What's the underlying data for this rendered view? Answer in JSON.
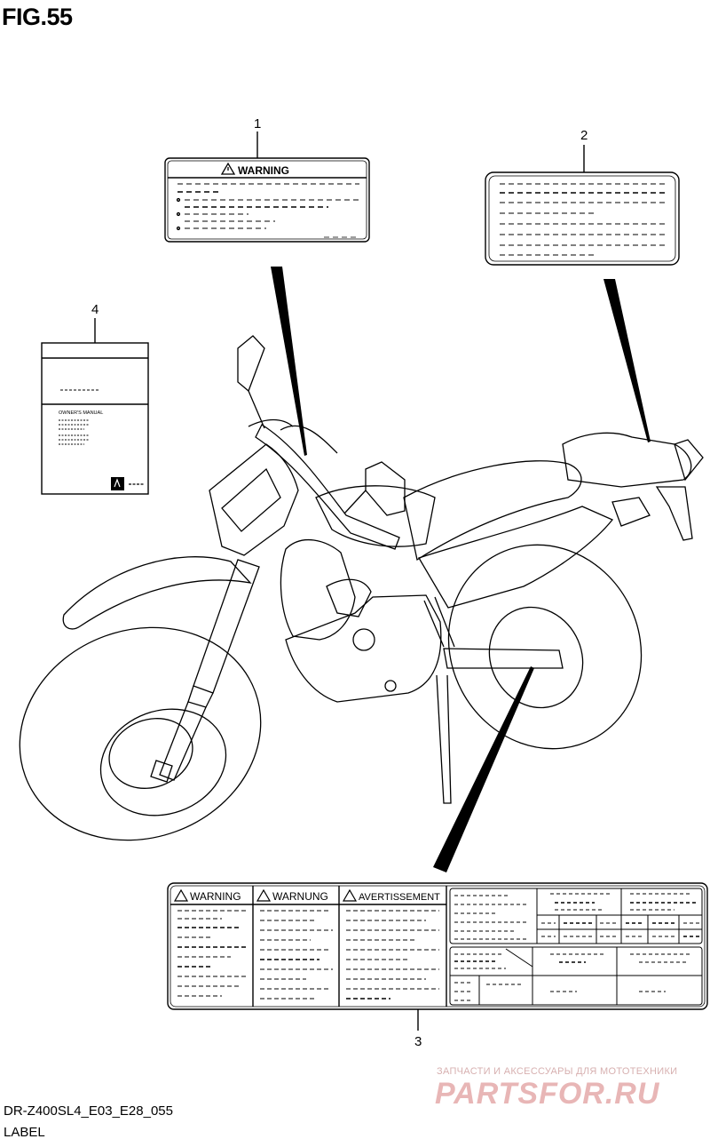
{
  "figure": {
    "title": "FIG.55",
    "code": "DR-Z400SL4_E03_E28_055",
    "name": "LABEL"
  },
  "callouts": {
    "c1": "1",
    "c2": "2",
    "c3": "3",
    "c4": "4"
  },
  "label1": {
    "heading": "WARNING"
  },
  "label3": {
    "heading_en": "WARNING",
    "heading_de": "WARNUNG",
    "heading_fr": "AVERTISSEMENT"
  },
  "manual": {
    "title": "OWNER'S MANUAL"
  },
  "watermark": {
    "subtitle": "ЗАПЧАСТИ И АКСЕССУАРЫ ДЛЯ МОТОТЕХНИКИ",
    "logo": "PARTSFOR.RU"
  },
  "colors": {
    "line": "#000000",
    "background": "#ffffff",
    "watermark": "#e8b6b6"
  },
  "icons": {
    "warning": "warning-triangle-icon"
  }
}
